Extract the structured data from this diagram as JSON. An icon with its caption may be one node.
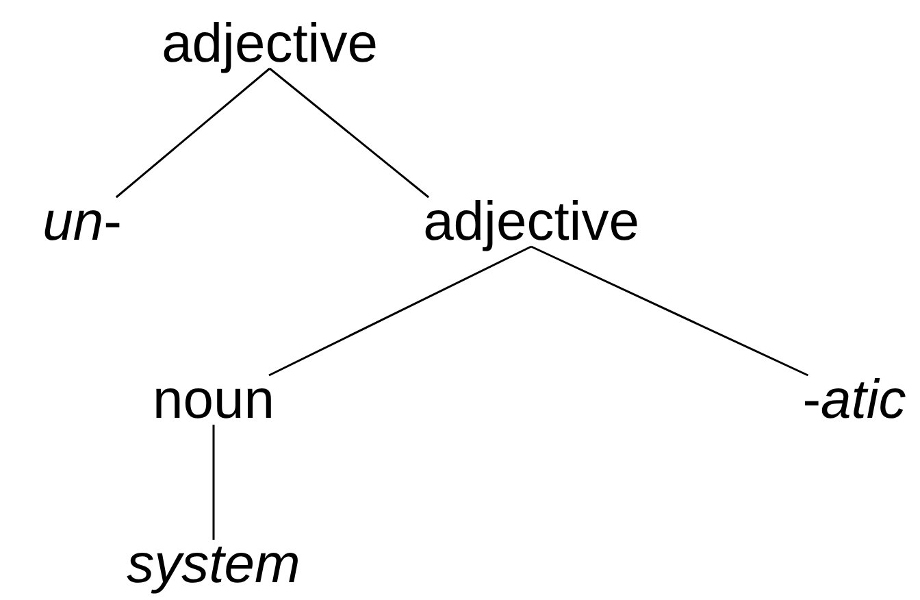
{
  "diagram": {
    "nodes": [
      {
        "text": [
          "adjective"
        ]
      },
      {
        "text": [
          "*un*-"
        ]
      },
      {
        "text": [
          "adjective"
        ]
      },
      {
        "text": [
          "noun"
        ]
      },
      {
        "text": [
          "-*atic*"
        ]
      },
      {
        "text": [
          "system"
        ]
      }
    ],
    "edges": [
      {
        "from": 0,
        "to": 1,
        "arrow": "none"
      },
      {
        "from": 0,
        "to": 2,
        "arrow": "none"
      },
      {
        "from": 2,
        "to": 3,
        "arrow": "none"
      },
      {
        "from": 2,
        "to": 4,
        "arrow": "none"
      },
      {
        "from": 3,
        "to": 5,
        "arrow": "none"
      }
    ]
  }
}
